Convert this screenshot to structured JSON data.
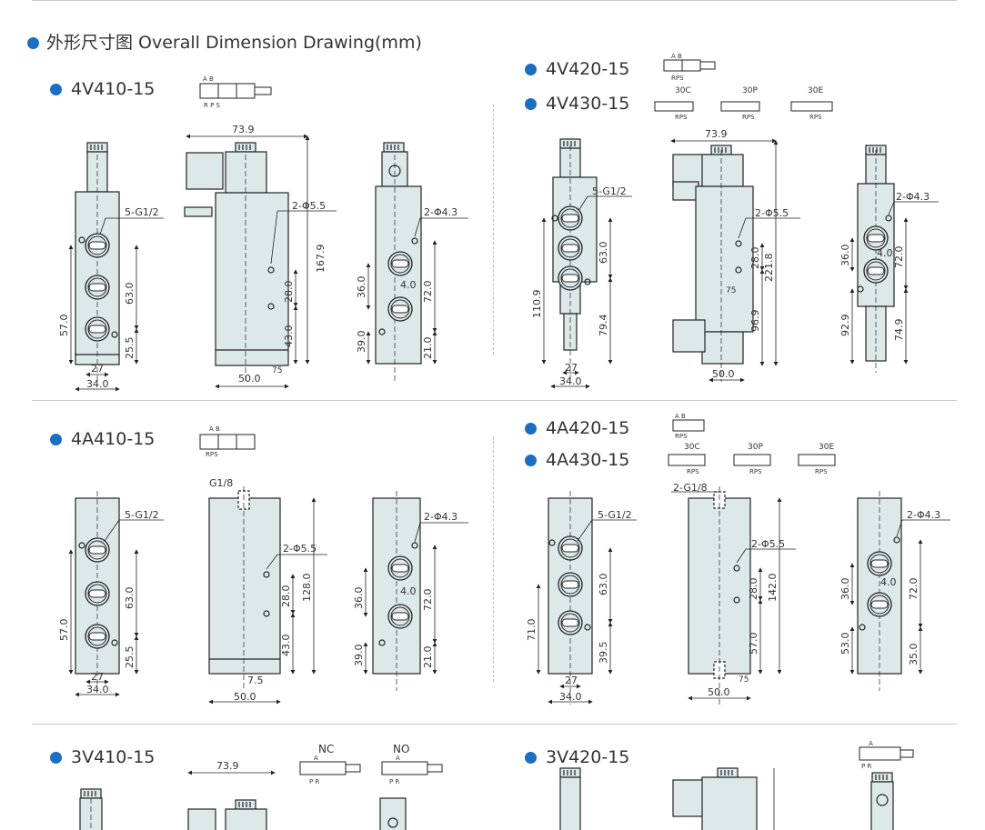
{
  "title": "外形尺寸图 Overall Dimension Drawing(mm)",
  "colors": {
    "bullet": "#1b6fc0",
    "body": "#dde9e9",
    "line": "#222222"
  },
  "sections": {
    "s1_left": {
      "model": "4V410-15"
    },
    "s1_right": {
      "model_a": "4V420-15",
      "model_b": "4V430-15"
    },
    "s2_left": {
      "model": "4A410-15"
    },
    "s2_right": {
      "model_a": "4A420-15",
      "model_b": "4A430-15"
    },
    "s3_left": {
      "model": "3V410-15"
    },
    "s3_right": {
      "model": "3V420-15"
    }
  },
  "symbols": {
    "ab": "A B",
    "rps": "R P S",
    "rps2": "RPS",
    "c30": "30C",
    "p30": "30P",
    "e30": "30E",
    "nc": "NC",
    "no": "NO",
    "a": "A",
    "pr": "P R"
  },
  "dims": {
    "d739": "73.9",
    "port_thread": "5-G1/2",
    "hole55": "2-Φ5.5",
    "hole43": "2-Φ4.3",
    "d1679": "167.9",
    "d630": "63.0",
    "d570": "57.0",
    "d255": "25.5",
    "d27": "27",
    "d340": "34.0",
    "d280": "28.0",
    "d430": "43.0",
    "d500": "50.0",
    "d75a": "7.5",
    "d75b": "75",
    "d360": "36.0",
    "d40": "4.0",
    "d720": "72.0",
    "d390": "39.0",
    "d210": "21.0",
    "d1109": "110.9",
    "d794": "79.4",
    "d2218": "221.8",
    "d969": "96.9",
    "d929": "92.9",
    "d749": "74.9",
    "g18": "G1/8",
    "g18b": "2-G1/8",
    "d1280": "128.0",
    "d710": "71.0",
    "d395": "39.5",
    "d1420": "142.0",
    "d530": "53.0",
    "d350": "35.0"
  }
}
